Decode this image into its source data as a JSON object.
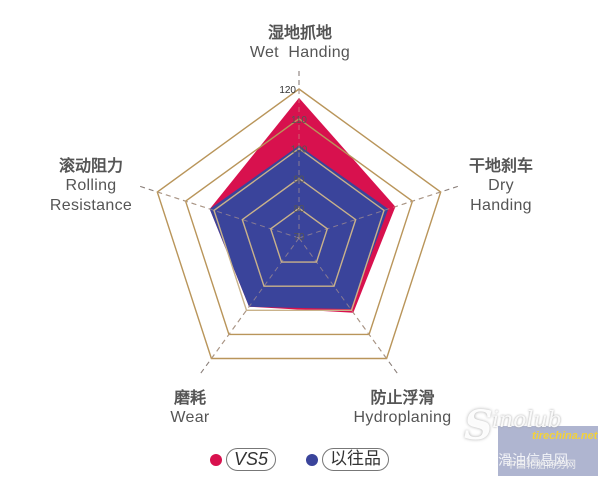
{
  "chart_data": {
    "type": "radar",
    "title": "",
    "axes": [
      {
        "zh": "湿地抓地",
        "en": "Wet Handing"
      },
      {
        "zh": "干地刹车",
        "en": "Dry Handing"
      },
      {
        "zh": "防止浮滑",
        "en": "Hydroplaning"
      },
      {
        "zh": "磨耗",
        "en": "Wear"
      },
      {
        "zh": "滚动阻力",
        "en": "Rolling Resistance"
      }
    ],
    "categories": [
      "Wet Handing",
      "Dry Handing",
      "Hydroplaning",
      "Wear",
      "Rolling Resistance"
    ],
    "ticks": [
      70,
      80,
      90,
      100,
      110,
      120
    ],
    "range": [
      70,
      120
    ],
    "series": [
      {
        "name": "VS5",
        "color": "#d8114e",
        "values": [
          117,
          104,
          101,
          98.5,
          101.5
        ]
      },
      {
        "name": "以往品",
        "color": "#3a449b",
        "values": [
          101,
          101.5,
          99.5,
          98.5,
          101.5
        ]
      }
    ],
    "grid_color": "#b9955a",
    "legend_position": "bottom"
  },
  "labels": {
    "wet": {
      "zh": "湿地抓地",
      "en": "Wet  Handing"
    },
    "dry": {
      "zh": "干地刹车",
      "en1": "Dry",
      "en2": "Handing"
    },
    "hydro": {
      "zh": "防止浮滑",
      "en": "Hydroplaning"
    },
    "wear": {
      "zh": "磨耗",
      "en": "Wear"
    },
    "rolling": {
      "zh": "滚动阻力",
      "en1": "Rolling",
      "en2": "Resistance"
    }
  },
  "legend": {
    "vs5": "VS5",
    "previous": "以往品"
  },
  "watermark": {
    "brand": "Sinolub",
    "s": "S",
    "rest": "inolub",
    "site_zh": "中国润滑油信息网",
    "tire_site": "tirechina.net",
    "tire_zh": "中国轮胎商务网"
  }
}
